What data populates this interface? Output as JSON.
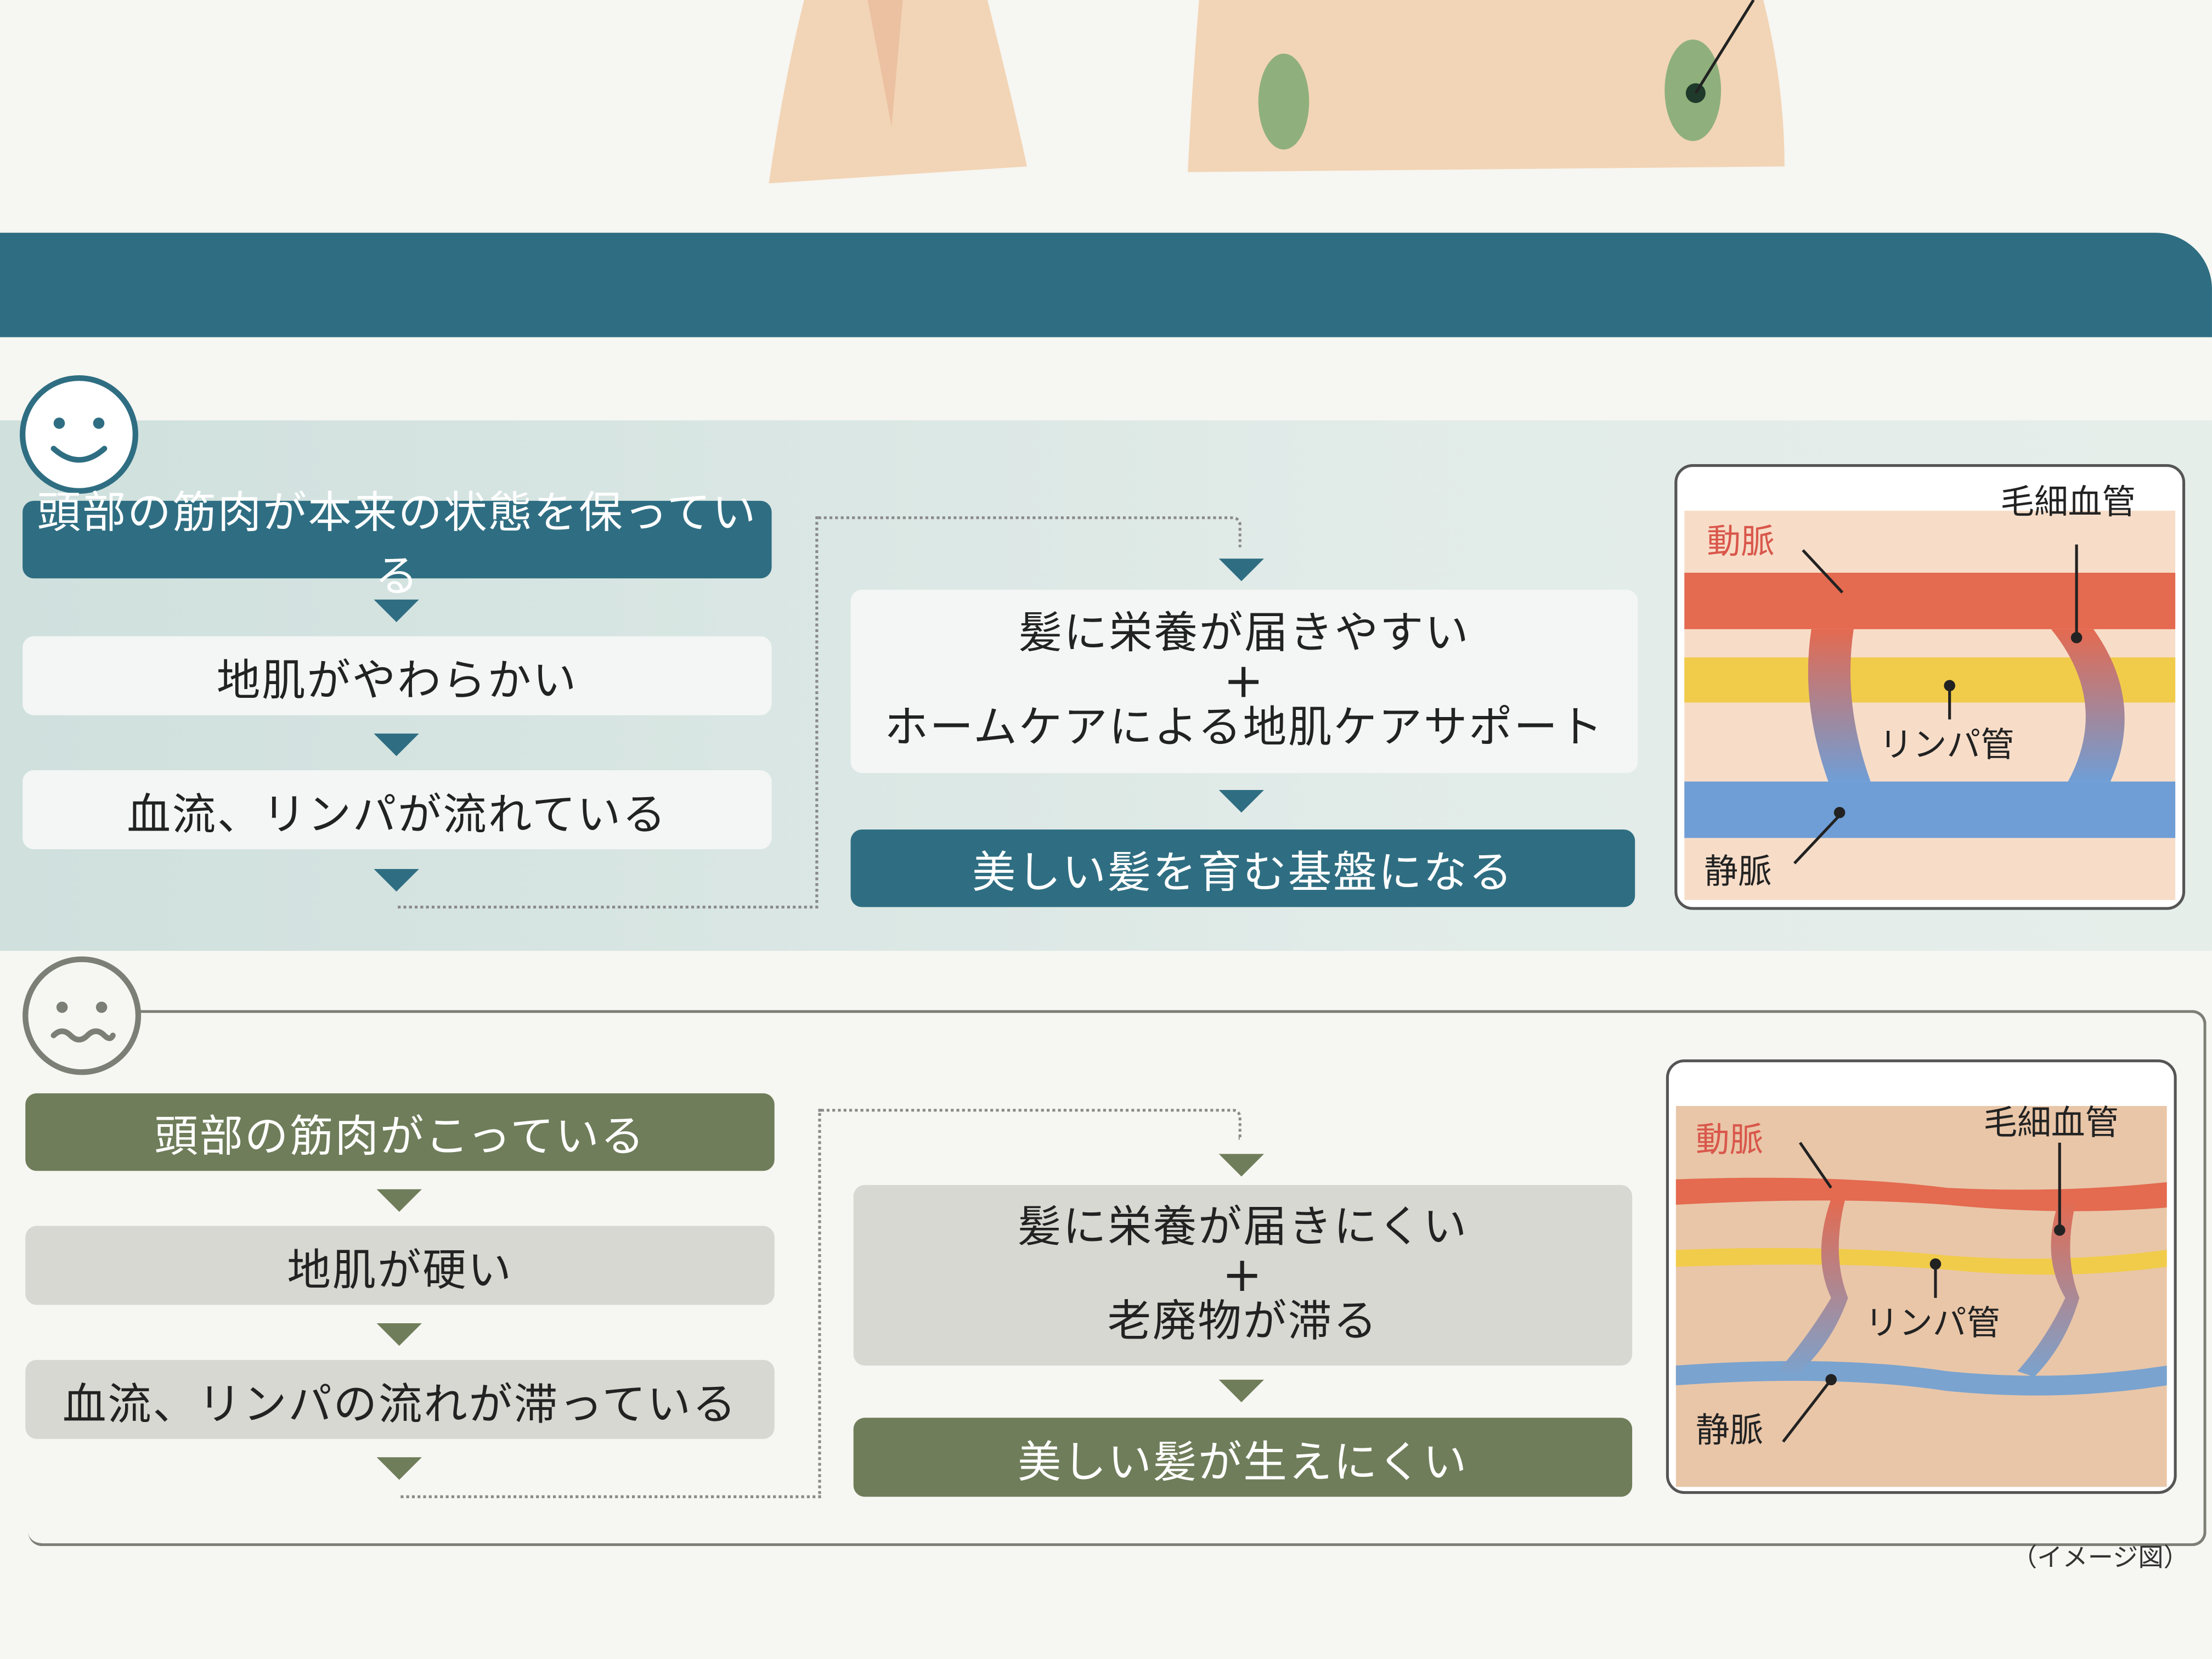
{
  "colors": {
    "teal": "#2f6e82",
    "olive": "#6f7d5a",
    "artery": "#e46a50",
    "lymph": "#f1cc4a",
    "vein": "#6f9ed6",
    "section_good_bg": "#dce7e4",
    "section_bad_border": "#7c7f76"
  },
  "good": {
    "face_icon": "smiley-face-icon",
    "steps": [
      "頭部の筋肉が本来の状態を保っている",
      "地肌がやわらかい",
      "血流、リンパが流れている"
    ],
    "center": {
      "line1": "髪に栄養が届きやすい",
      "plus": "+",
      "line2": "ホームケアによる地肌ケアサポート"
    },
    "result": "美しい髪を育む基盤になる",
    "diagram_labels": {
      "artery": "動脈",
      "capillary": "毛細血管",
      "lymph": "リンパ管",
      "vein": "静脈"
    }
  },
  "bad": {
    "face_icon": "troubled-face-icon",
    "steps": [
      "頭部の筋肉がこっている",
      "地肌が硬い",
      "血流、リンパの流れが滞っている"
    ],
    "center": {
      "line1": "髪に栄養が届きにくい",
      "plus": "+",
      "line2": "老廃物が滞る"
    },
    "result": "美しい髪が生えにくい",
    "diagram_labels": {
      "artery": "動脈",
      "capillary": "毛細血管",
      "lymph": "リンパ管",
      "vein": "静脈"
    }
  },
  "caption": "（イメージ図）"
}
